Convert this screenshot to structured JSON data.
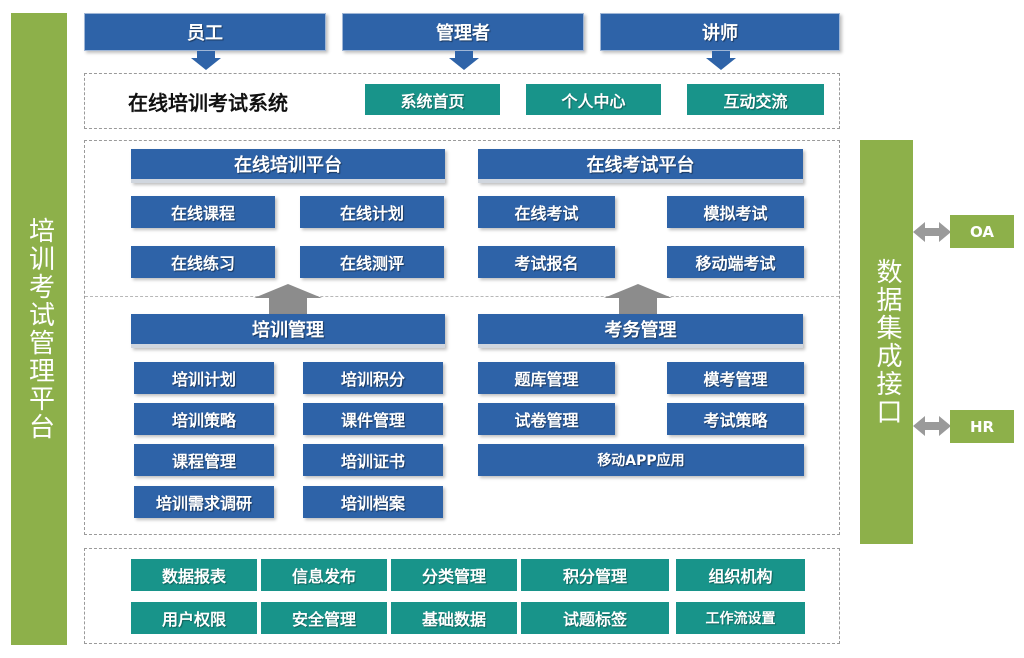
{
  "left_bar": "培训考试管理平台",
  "right_bar": "数据集成接口",
  "roles": [
    "员工",
    "管理者",
    "讲师"
  ],
  "system": {
    "title": "在线培训考试系统",
    "tabs": [
      "系统首页",
      "个人中心",
      "互动交流"
    ]
  },
  "training_platform": {
    "title": "在线培训平台",
    "items": [
      "在线课程",
      "在线计划",
      "在线练习",
      "在线测评"
    ]
  },
  "exam_platform": {
    "title": "在线考试平台",
    "items": [
      "在线考试",
      "模拟考试",
      "考试报名",
      "移动端考试"
    ]
  },
  "training_management": {
    "title": "培训管理",
    "items": [
      "培训计划",
      "培训积分",
      "培训策略",
      "课件管理",
      "课程管理",
      "培训证书",
      "培训需求调研",
      "培训档案"
    ]
  },
  "exam_management": {
    "title": "考务管理",
    "items": [
      "题库管理",
      "模考管理",
      "试卷管理",
      "考试策略",
      "移动APP应用"
    ]
  },
  "base_modules": [
    "数据报表",
    "信息发布",
    "分类管理",
    "积分管理",
    "组织机构",
    "用户权限",
    "安全管理",
    "基础数据",
    "试题标签",
    "工作流设置"
  ],
  "interfaces": [
    "OA",
    "HR"
  ]
}
